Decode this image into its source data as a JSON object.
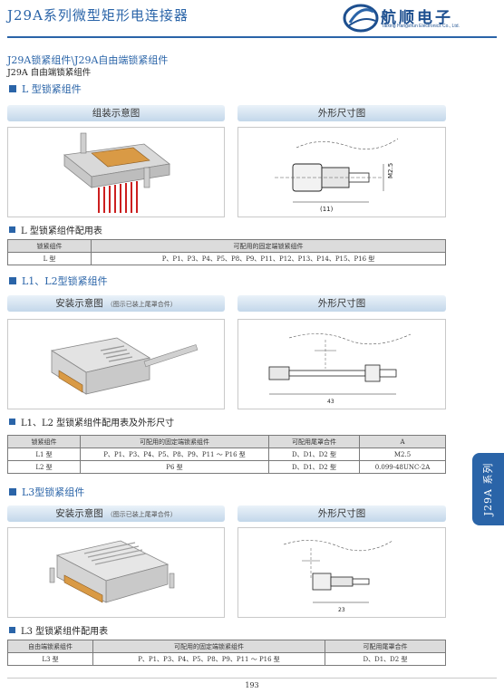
{
  "header": {
    "title": "J29A系列微型矩形电连接器",
    "brand_name": "航顺电子",
    "brand_en": "Taixing Hangshun Electronics Co., Ltd.",
    "colors": {
      "accent": "#2a64a8",
      "panel": "#c3d7ea",
      "table_header": "#dcdcdc"
    }
  },
  "breadcrumb": "J29A锁紧组件\\J29A自由端锁紧组件",
  "subtitle": "J29A 自由端锁紧组件",
  "sections": [
    {
      "heading": "L 型锁紧组件",
      "left_panel": {
        "title": "组装示意图",
        "note": ""
      },
      "right_panel": {
        "title": "外形尺寸图",
        "dims": {
          "height": "M2.5",
          "length": "(11)"
        }
      },
      "table_heading": "L 型锁紧组件配用表",
      "table": {
        "headers": [
          "锁紧组件",
          "可配用的固定端锁紧组件"
        ],
        "rows": [
          [
            "L 型",
            "P、P1、P3、P4、P5、P8、P9、P11、P12、P13、P14、P15、P16 型"
          ]
        ]
      }
    },
    {
      "heading": "L1、L2型锁紧组件",
      "left_panel": {
        "title": "安装示意图",
        "note": "（图示已装上尾罩合件）"
      },
      "right_panel": {
        "title": "外形尺寸图",
        "dims": {
          "length": "43"
        }
      },
      "table_heading": "L1、L2 型锁紧组件配用表及外形尺寸",
      "table": {
        "headers": [
          "锁紧组件",
          "可配用的固定端锁紧组件",
          "可配用尾罩合件",
          "A"
        ],
        "rows": [
          [
            "L1 型",
            "P、P1、P3、P4、P5、P8、P9、P11 ～ P16 型",
            "D、D1、D2 型",
            "M2.5"
          ],
          [
            "L2 型",
            "P6 型",
            "D、D1、D2 型",
            "0.099-48UNC-2A"
          ]
        ]
      }
    },
    {
      "heading": "L3型锁紧组件",
      "left_panel": {
        "title": "安装示意图",
        "note": "（图示已装上尾罩合件）"
      },
      "right_panel": {
        "title": "外形尺寸图",
        "dims": {
          "length": "23"
        }
      },
      "table_heading": "L3 型锁紧组件配用表",
      "table": {
        "headers": [
          "自由端锁紧组件",
          "可配用的固定端锁紧组件",
          "可配用尾罩合件"
        ],
        "rows": [
          [
            "L3 型",
            "P、P1、P3、P4、P5、P8、P9、P11 ～ P16 型",
            "D、D1、D2 型"
          ]
        ]
      }
    }
  ],
  "side_tab": "J29A 系列",
  "page_number": "193"
}
